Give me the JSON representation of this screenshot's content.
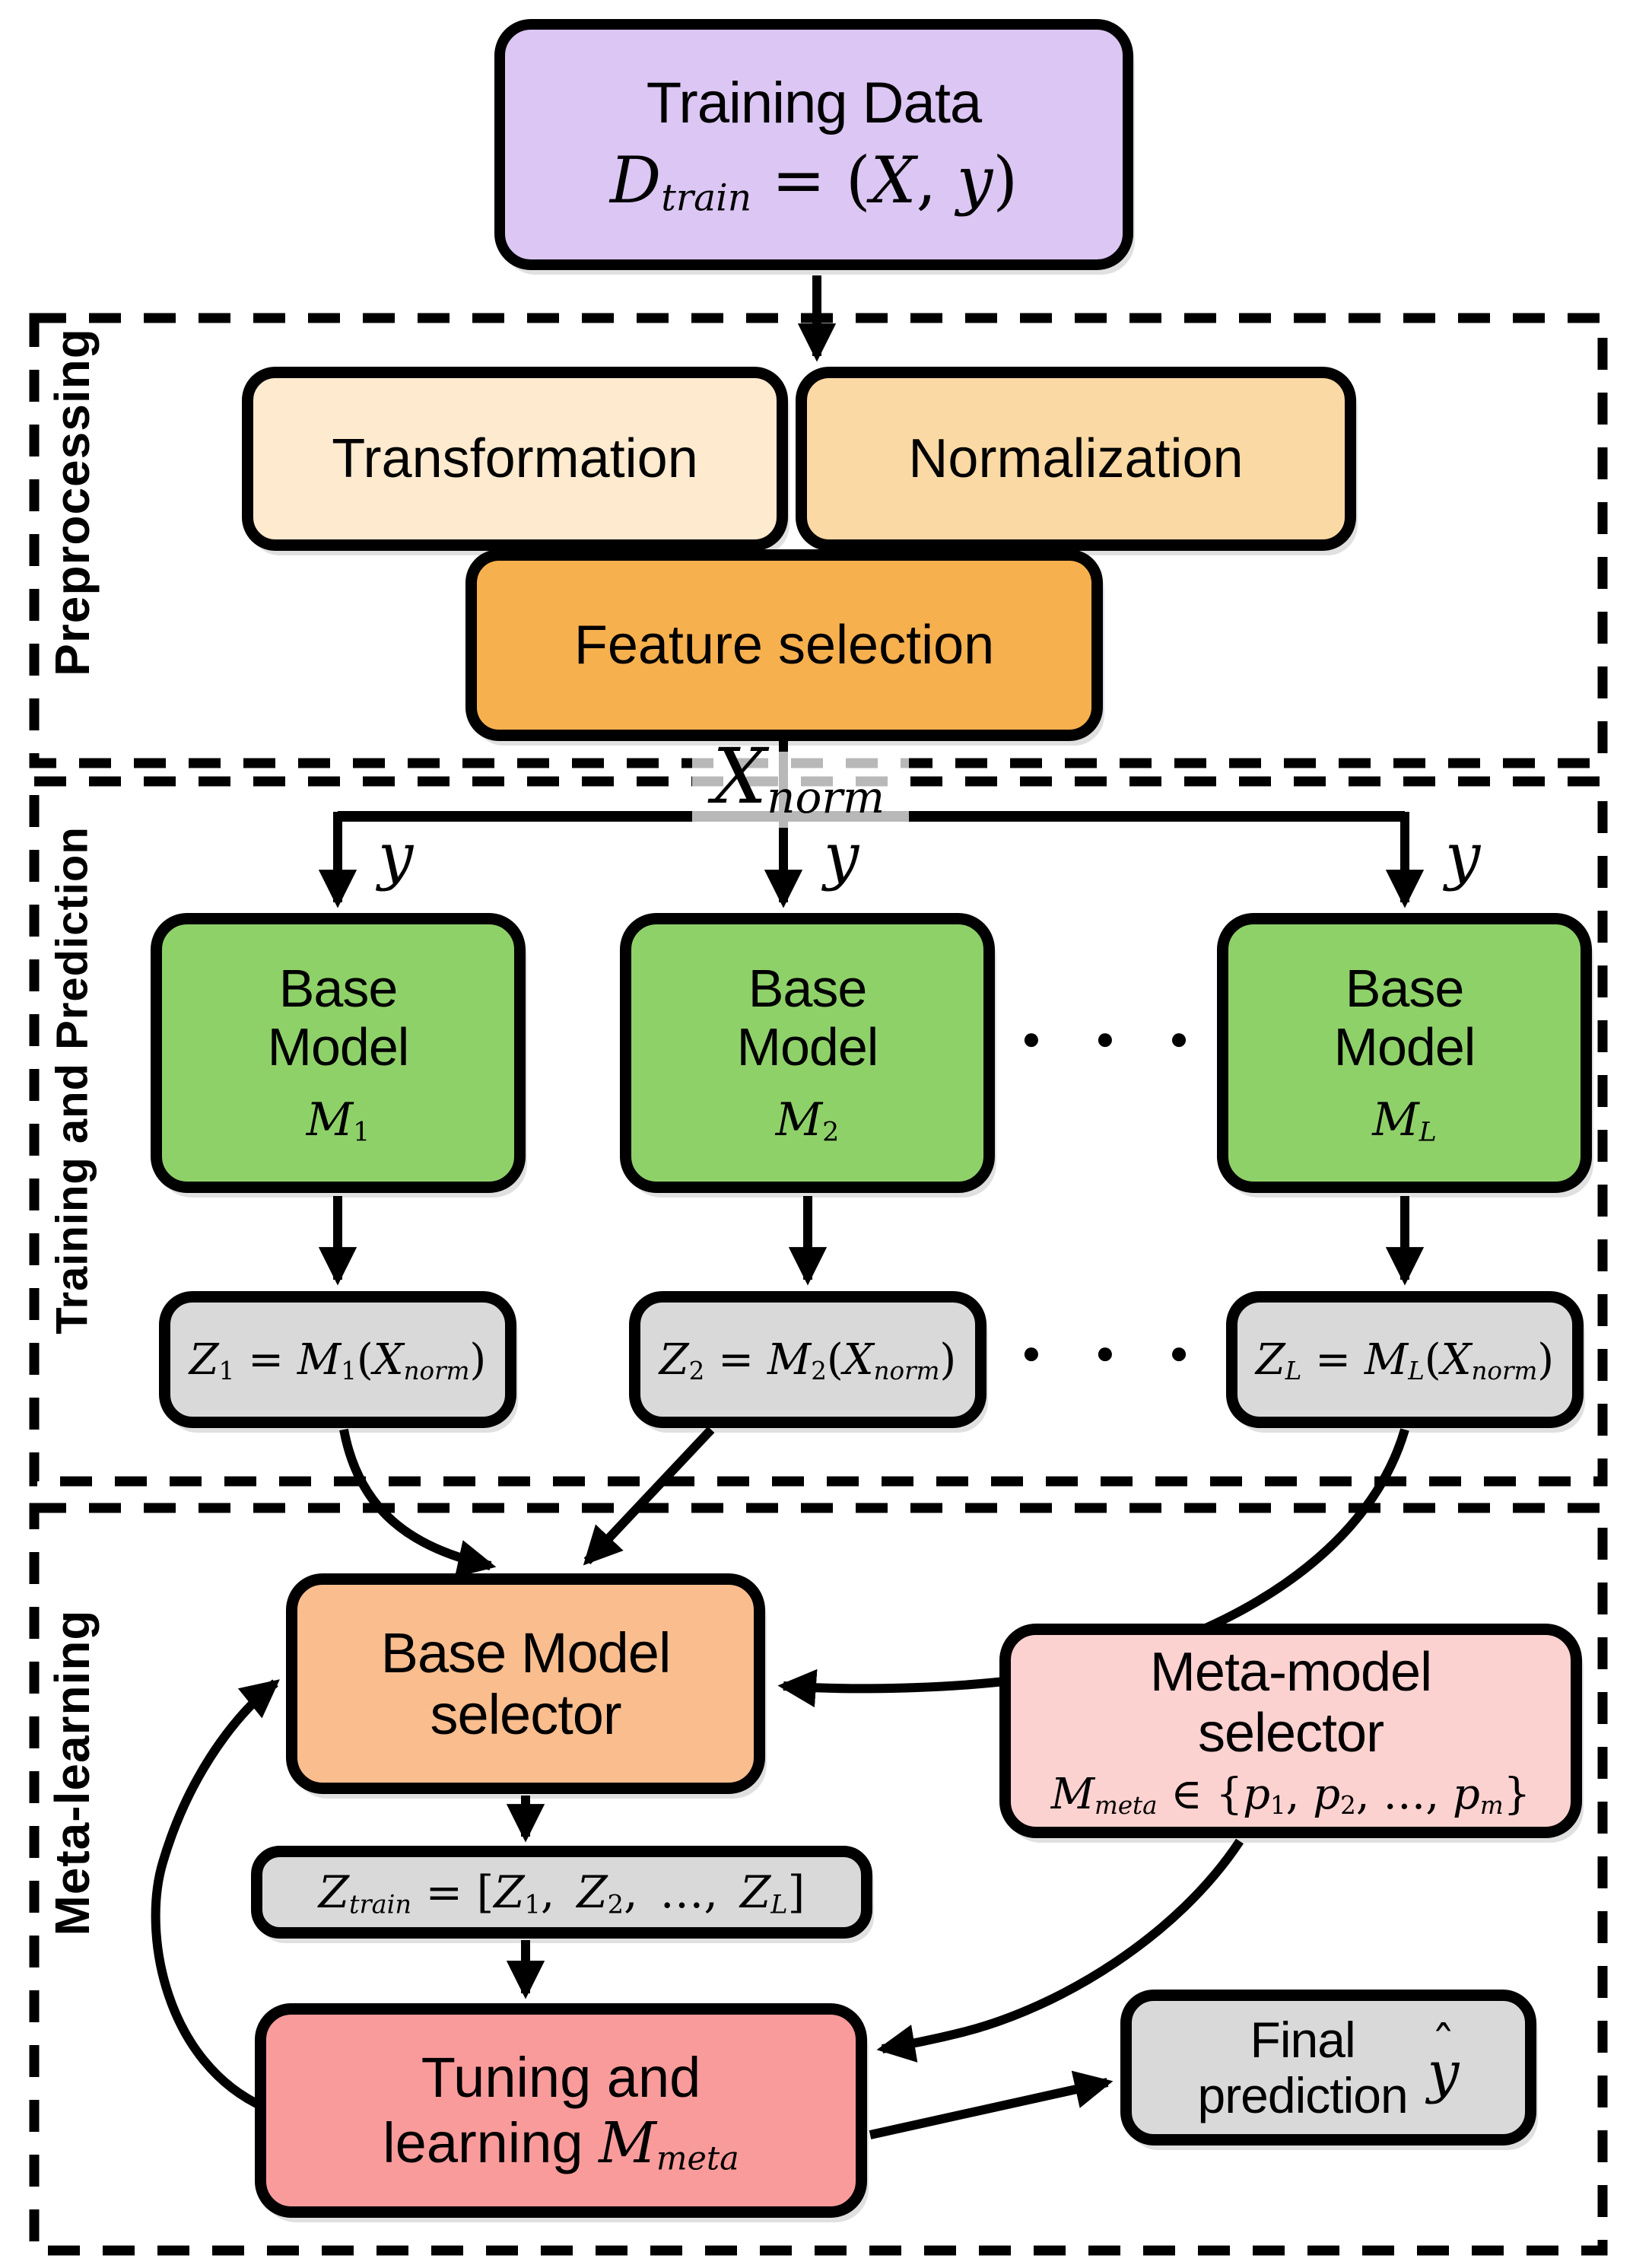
{
  "diagram": {
    "training_data": {
      "title": "Training Data",
      "formula_html": "<i>D</i><sub><i>train</i></sub> = (<i>X</i>, <i>y</i>)"
    },
    "sections": [
      {
        "label": "Preprocessing"
      },
      {
        "label": "Training and Prediction"
      },
      {
        "label": "Meta-learning"
      }
    ],
    "preprocessing": {
      "transformation": "Transformation",
      "normalization": "Normalization",
      "feature_selection": "Feature selection"
    },
    "xnorm_html": "<i>X</i><sub><i>norm</i></sub>",
    "branch_label_html": "<i>y</i>",
    "ellipsis": "● ● ●",
    "base_models": [
      {
        "title": "Base\nModel",
        "symbol_html": "<i>M</i><sub>1</sub>"
      },
      {
        "title": "Base\nModel",
        "symbol_html": "<i>M</i><sub>2</sub>"
      },
      {
        "title": "Base\nModel",
        "symbol_html": "<i>M</i><sub><i>L</i></sub>"
      }
    ],
    "predictions": [
      {
        "formula_html": "<i>Z</i><sub>1</sub> = <i>M</i><sub>1</sub>(<i>X</i><sub><i>norm</i></sub>)"
      },
      {
        "formula_html": "<i>Z</i><sub>2</sub> = <i>M</i><sub>2</sub>(<i>X</i><sub><i>norm</i></sub>)"
      },
      {
        "formula_html": "<i>Z</i><sub><i>L</i></sub> = <i>M</i><sub><i>L</i></sub>(<i>X</i><sub><i>norm</i></sub>)"
      }
    ],
    "meta": {
      "base_model_selector": "Base Model\nselector",
      "z_train_html": "<i>Z</i><sub><i>train</i></sub> = [<i>Z</i><sub>1</sub>,&ensp;<i>Z</i><sub>2</sub>,&ensp;…,&ensp;<i>Z</i><sub><i>L</i></sub>]",
      "tuning_html": "Tuning and<br>learning <span class=\"math\"><i>M</i><sub><i>meta</i></sub></span>",
      "meta_model_selector_title": "Meta-model\nselector",
      "meta_model_selector_formula_html": "<i>M</i><sub><i>meta</i></sub> ∈ {<i>p</i><sub>1</sub>, <i>p</i><sub>2</sub>, …, <i>p</i><sub><i>m</i></sub>}",
      "final_prediction": "Final\nprediction",
      "final_symbol_html": "<span class=\"hat\">ˆ</span><i>y</i>"
    }
  },
  "colors": {
    "training_data": "#dcc6f3",
    "transformation": "#fdeacf",
    "normalization": "#fbd9a4",
    "feature_selection": "#f7b04e",
    "base_model": "#8fd169",
    "prediction_box": "#d9d9d9",
    "base_model_selector": "#f9bd8e",
    "meta_model_selector": "#fcd2d0",
    "tuning": "#fa9b9b",
    "final_prediction": "#d9d9d9",
    "lines": "#000000",
    "background": "#ffffff"
  }
}
